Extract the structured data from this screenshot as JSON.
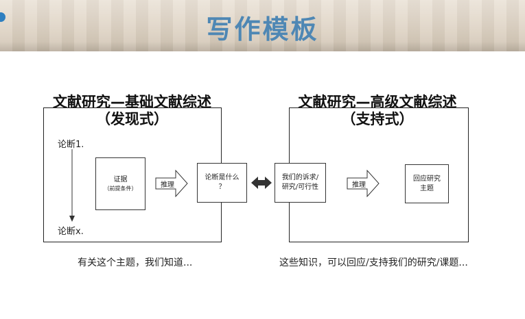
{
  "slide": {
    "title": "写作模板"
  },
  "left": {
    "heading_line1": "文献研究—基础文献综述",
    "heading_line2": "（发现式）",
    "assertion_first": "论断1.",
    "assertion_last": "论断x.",
    "evidence_box_line1": "证据",
    "evidence_box_line2": "（前提条件）",
    "reasoning_arrow": "推理",
    "assertion_box_line1": "论断是什么",
    "assertion_box_line2": "？",
    "caption": "有关这个主题，我们知道..."
  },
  "right": {
    "heading_line1": "文献研究—高级文献综述",
    "heading_line2": "（支持式）",
    "claim_box_line1": "我们的诉求/",
    "claim_box_line2": "研究/可行性",
    "reasoning_arrow": "推理",
    "response_box_line1": "回应研究",
    "response_box_line2": "主题",
    "caption": "这些知识，可以回应/支持我们的研究/课题..."
  },
  "colors": {
    "title": "#4e87b4",
    "corner_dot": "#2e7fc0",
    "ink": "#222222"
  }
}
